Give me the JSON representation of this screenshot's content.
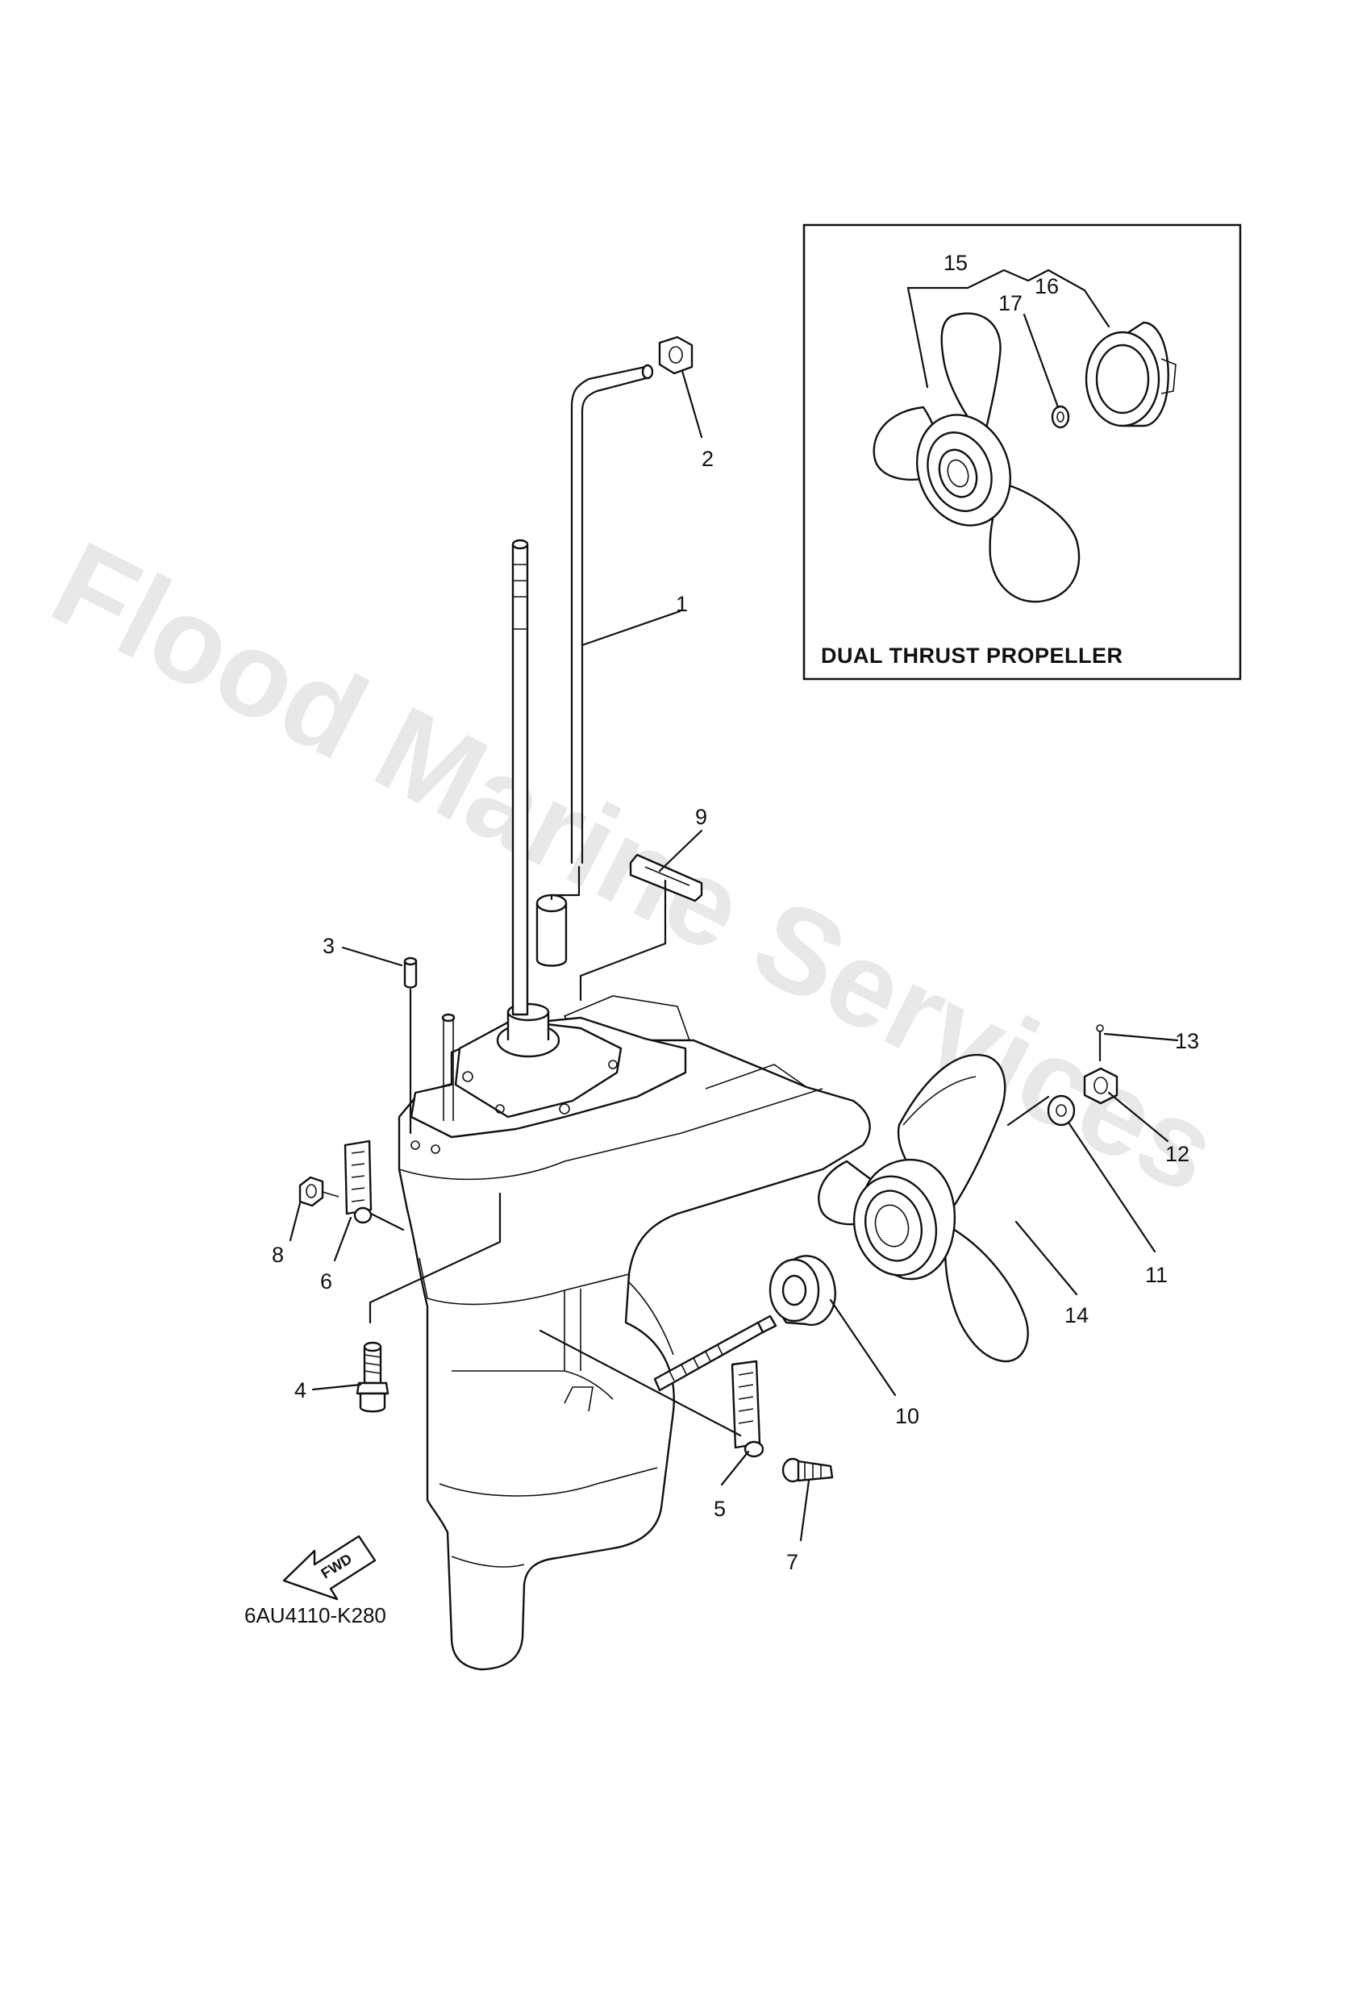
{
  "watermark": "Flood Marine Services",
  "inset": {
    "title": "DUAL THRUST PROPELLER"
  },
  "diagram_code": "6AU4110-K280",
  "fwd_label": "FWD",
  "callouts": {
    "c1": "1",
    "c2": "2",
    "c3": "3",
    "c4": "4",
    "c5": "5",
    "c6": "6",
    "c7": "7",
    "c8": "8",
    "c9": "9",
    "c10": "10",
    "c11": "11",
    "c12": "12",
    "c13": "13",
    "c14": "14",
    "c15": "15",
    "c16": "16",
    "c17": "17"
  }
}
